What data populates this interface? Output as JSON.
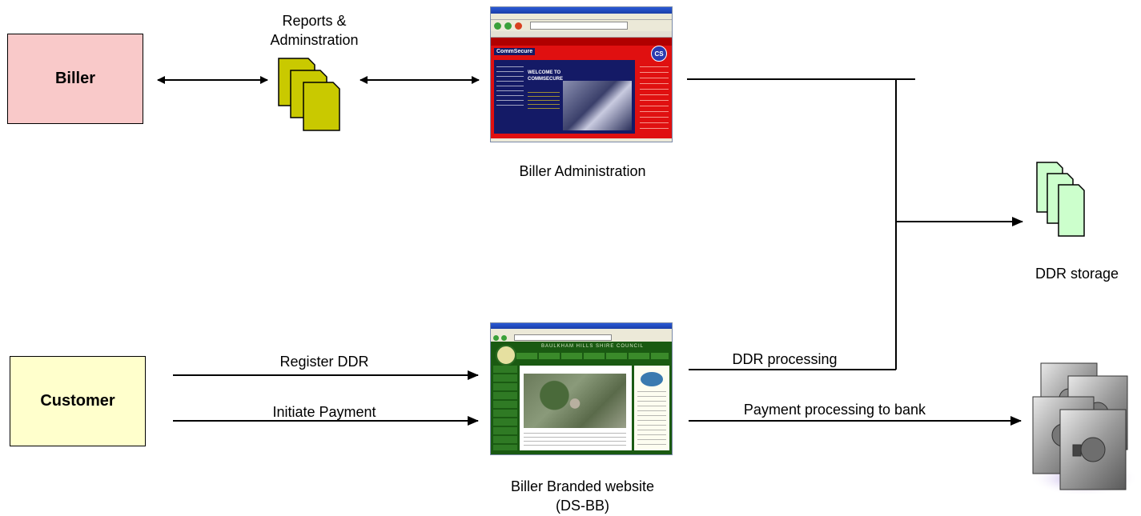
{
  "nodes": {
    "biller": "Biller",
    "customer": "Customer",
    "reports": "Reports &\nAdminstration",
    "biller_admin": "Biller Administration",
    "branded_site": "Biller Branded website\n(DS-BB)",
    "ddr_storage": "DDR storage"
  },
  "edges": {
    "register": "Register DDR",
    "initiate": "Initiate Payment",
    "ddr_processing": "DDR processing",
    "payment_processing": "Payment processing to bank"
  },
  "admin_screen": {
    "brand": "CommSecure",
    "welcome": "WELCOME TO COMMSECURE",
    "logo": "CS"
  },
  "branded_screen": {
    "banner": "BAULKHAM HILLS SHIRE COUNCIL"
  },
  "colors": {
    "biller_fill": "#f9c9c9",
    "customer_fill": "#ffffcc",
    "reports_fill": "#c9c900",
    "storage_fill": "#ccffcc",
    "admin_red": "#e01010",
    "admin_navy": "#141a66",
    "site_green": "#1a5a12"
  },
  "icons": {
    "reports": "document-stack-icon",
    "storage": "document-stack-icon",
    "bank": "bank-vault-icon"
  }
}
